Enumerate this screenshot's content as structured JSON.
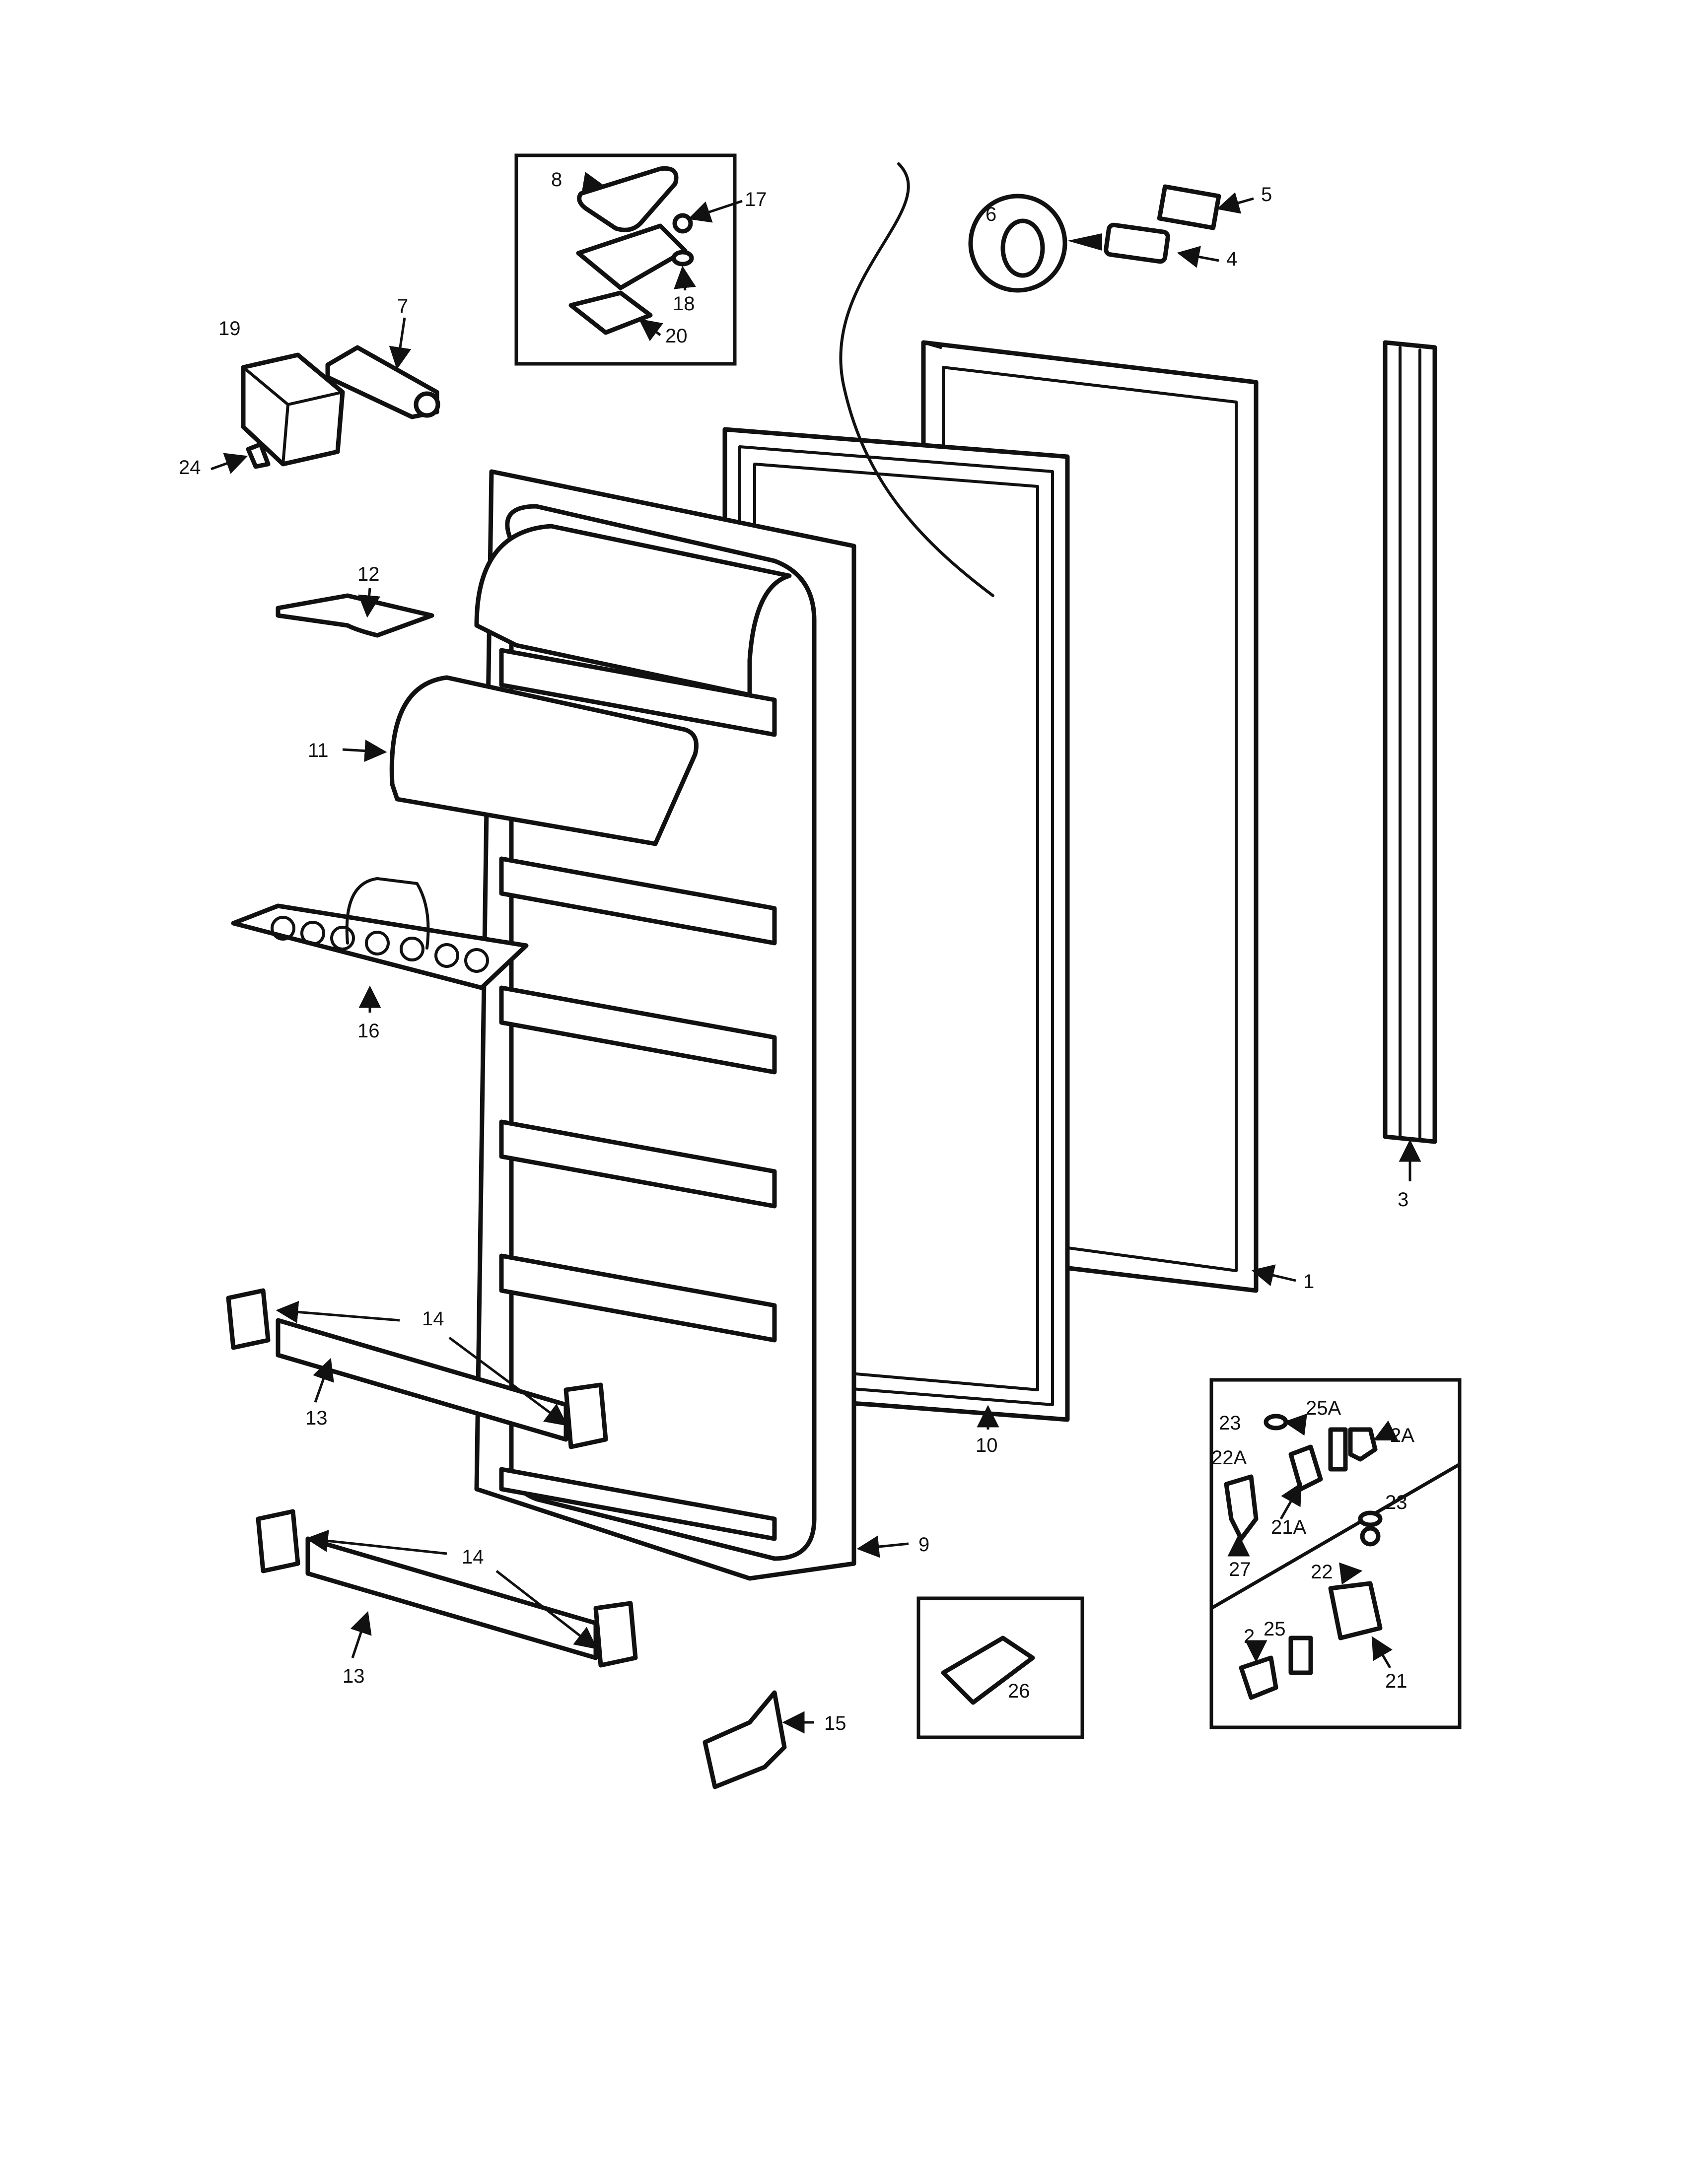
{
  "callouts": {
    "p1": "1",
    "p2": "2",
    "p2A": "2A",
    "p3": "3",
    "p4": "4",
    "p5": "5",
    "p6": "6",
    "p7": "7",
    "p8": "8",
    "p9": "9",
    "p10": "10",
    "p11": "11",
    "p12": "12",
    "p13a": "13",
    "p13b": "13",
    "p14a": "14",
    "p14b": "14",
    "p15": "15",
    "p16": "16",
    "p17": "17",
    "p18": "18",
    "p19": "19",
    "p20": "20",
    "p21": "21",
    "p21A": "21A",
    "p22": "22",
    "p22A": "22A",
    "p23a": "23",
    "p23b": "23",
    "p24": "24",
    "p25": "25",
    "p25A": "25A",
    "p26": "26",
    "p27": "27"
  }
}
